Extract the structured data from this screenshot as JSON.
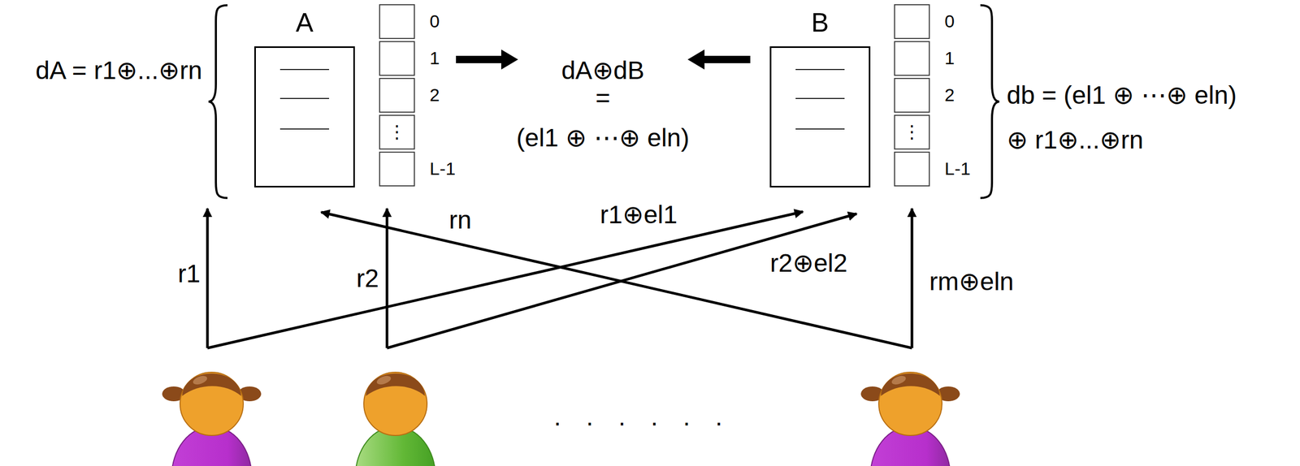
{
  "diagram": {
    "nodes": [
      {
        "text": [
          "A"
        ]
      },
      {
        "text": [
          "0",
          "1",
          "2",
          "⋮",
          "L-1"
        ]
      },
      {
        "text": [
          "B"
        ]
      },
      {
        "text": [
          "0",
          "1",
          "2",
          "⋮",
          "L-1"
        ]
      }
    ],
    "labels": [
      "dA = r1⊕...⊕rn",
      "dA⊕dB",
      "=",
      "(el1 ⊕ ⋯⊕ eln)",
      "db = (el1 ⊕ ⋯⊕ eln)",
      "⊕ r1⊕...⊕rn",
      "r1",
      "rn",
      "r1⊕el1",
      "r2",
      "r2⊕el2",
      "rm⊕eln",
      "· · · · · ·"
    ]
  }
}
